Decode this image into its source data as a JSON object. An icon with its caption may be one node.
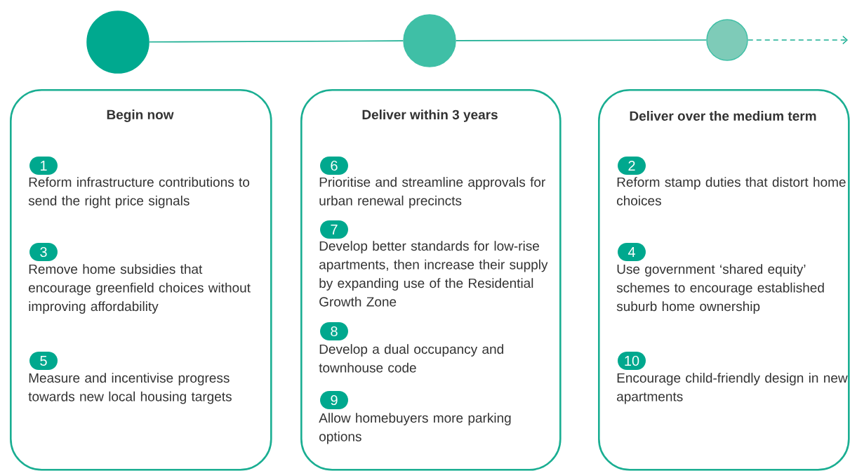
{
  "diagram": {
    "nodes": [
      {
        "text": [],
        "shape": "circle"
      },
      {
        "text": [],
        "shape": "circle"
      },
      {
        "text": [],
        "shape": "circle"
      },
      {
        "text": [
          "Begin now"
        ]
      },
      {
        "text": [
          "1"
        ],
        "in": 3,
        "beside": [
          "Reform infrastructure contributions to send the right price signals"
        ]
      },
      {
        "text": [
          "3"
        ],
        "in": 3,
        "beside": [
          "Remove home subsidies that encourage greenfield choices without improving affordability"
        ]
      },
      {
        "text": [
          "5"
        ],
        "in": 3,
        "beside": [
          "Measure and incentivise progress towards new local housing targets"
        ]
      },
      {
        "text": [
          "Deliver within 3 years"
        ]
      },
      {
        "text": [
          "6"
        ],
        "in": 7,
        "beside": [
          "Prioritise and streamline approvals for urban renewal precincts"
        ]
      },
      {
        "text": [
          "7"
        ],
        "in": 7,
        "beside": [
          "Develop better standards for low-rise apartments, then increase their supply by expanding use of the Residential Growth Zone"
        ]
      },
      {
        "text": [
          "8"
        ],
        "in": 7,
        "beside": [
          "Develop a dual occupancy and townhouse code"
        ]
      },
      {
        "text": [
          "9"
        ],
        "in": 7,
        "beside": [
          "Allow homebuyers more parking options"
        ]
      },
      {
        "text": [
          "Deliver over the medium term"
        ]
      },
      {
        "text": [
          "2"
        ],
        "in": 12,
        "beside": [
          "Reform stamp duties that distort home choices"
        ]
      },
      {
        "text": [
          "4"
        ],
        "in": 12,
        "beside": [
          "Use government ‘shared equity’ schemes to encourage established suburb home ownership"
        ]
      },
      {
        "text": [
          "10"
        ],
        "in": 12,
        "beside": [
          "Encourage child-friendly design in new apartments"
        ]
      }
    ],
    "edges": [
      {
        "from": 0,
        "to": 1,
        "arrow": "none"
      },
      {
        "from": 1,
        "to": 2,
        "arrow": "none"
      },
      {
        "from": 2,
        "to": null,
        "arrow": "to",
        "style": "dashed"
      }
    ]
  }
}
